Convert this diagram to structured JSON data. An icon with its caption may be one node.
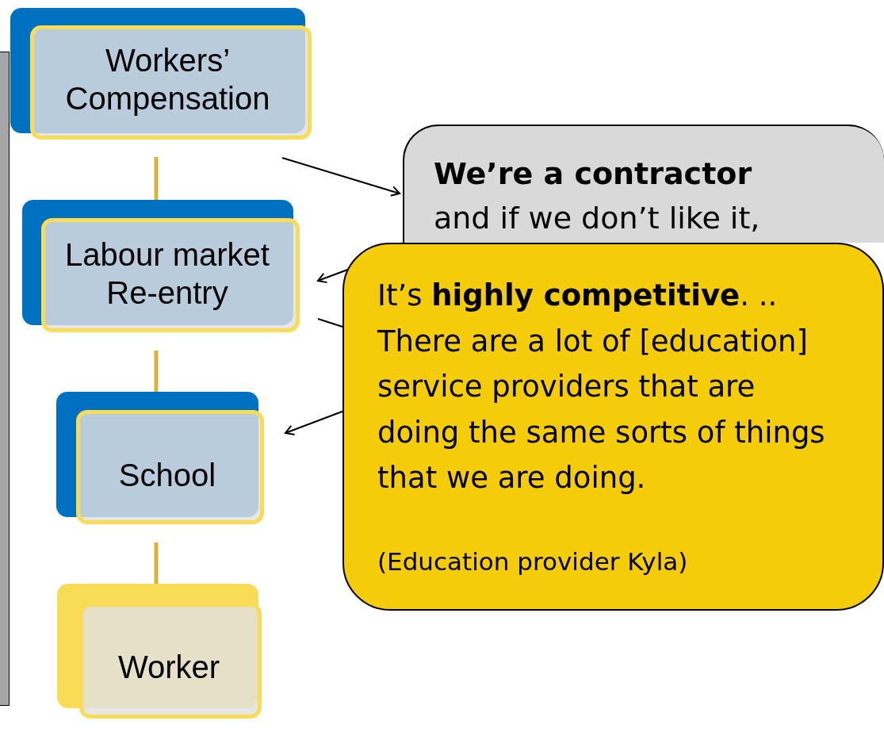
{
  "diagram": {
    "nodes": [
      {
        "text": [
          "Workers’ Compensation"
        ]
      },
      {
        "text": [
          "Labour market Re-entry"
        ]
      },
      {
        "text": [
          "School"
        ]
      },
      {
        "text": [
          "Worker"
        ]
      },
      {
        "text": [
          "We’re a contractor",
          "and if we don’t like it,"
        ]
      },
      {
        "text": [
          "It’s **highly competitive**. .. There are a lot of [education] service providers that are doing the same sorts of things that we are doing.",
          "(Education provider Kyla)"
        ]
      }
    ],
    "edges": [
      {
        "from": 0,
        "to": 1,
        "arrow": "none",
        "style": "thick",
        "color": "#d6b53c"
      },
      {
        "from": 1,
        "to": 2,
        "arrow": "none",
        "style": "thick",
        "color": "#d6b53c"
      },
      {
        "from": 2,
        "to": 3,
        "arrow": "none",
        "style": "thick",
        "color": "#d6b53c"
      },
      {
        "from": 0,
        "to": 4,
        "arrow": "to"
      },
      {
        "from": 5,
        "to": 1,
        "arrow": "to"
      },
      {
        "from": 1,
        "to": 5,
        "arrow": "none"
      },
      {
        "from": 5,
        "to": 2,
        "arrow": "to"
      }
    ]
  }
}
